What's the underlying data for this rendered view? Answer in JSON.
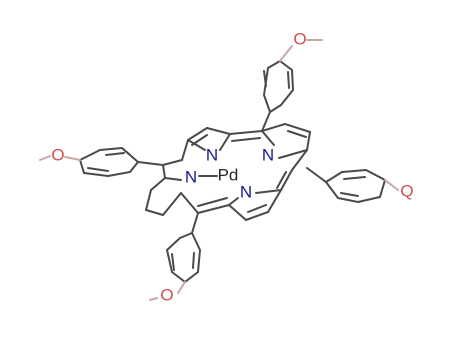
{
  "molecule": {
    "metal": "Pd",
    "nitrogens": [
      "N",
      "N",
      "N",
      "N"
    ],
    "oxygens": [
      "O",
      "O",
      "O",
      "Q"
    ],
    "colors": {
      "bond": "#4a4a4a",
      "nitrogen": "#1a1a8c",
      "oxygen_bond": "#c8a6a6",
      "oxygen": "#d05050",
      "metal": "#2a2a2a"
    }
  }
}
